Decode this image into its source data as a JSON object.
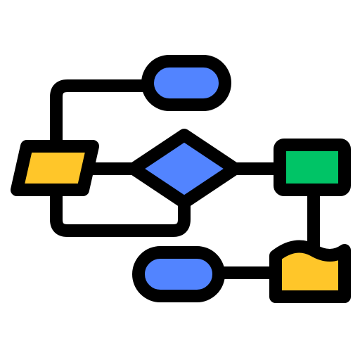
{
  "icon": {
    "name": "flowchart-icon",
    "colors": {
      "outline": "#000000",
      "terminator": "#5284ff",
      "decision": "#5284ff",
      "input": "#ffc629",
      "process": "#00c466",
      "document": "#ffc629",
      "background": "#ffffff"
    },
    "nodes": [
      {
        "id": "start",
        "shape": "terminator",
        "icon": "terminator-icon"
      },
      {
        "id": "input",
        "shape": "parallelogram",
        "icon": "data-input-icon"
      },
      {
        "id": "decision",
        "shape": "diamond",
        "icon": "decision-icon"
      },
      {
        "id": "process",
        "shape": "rectangle",
        "icon": "process-icon"
      },
      {
        "id": "document",
        "shape": "document",
        "icon": "document-icon"
      },
      {
        "id": "end",
        "shape": "terminator",
        "icon": "terminator-icon"
      }
    ],
    "edges": [
      {
        "from": "input",
        "to": "start"
      },
      {
        "from": "input",
        "to": "decision"
      },
      {
        "from": "decision",
        "to": "input"
      },
      {
        "from": "decision",
        "to": "process"
      },
      {
        "from": "process",
        "to": "document"
      },
      {
        "from": "document",
        "to": "end"
      }
    ]
  }
}
